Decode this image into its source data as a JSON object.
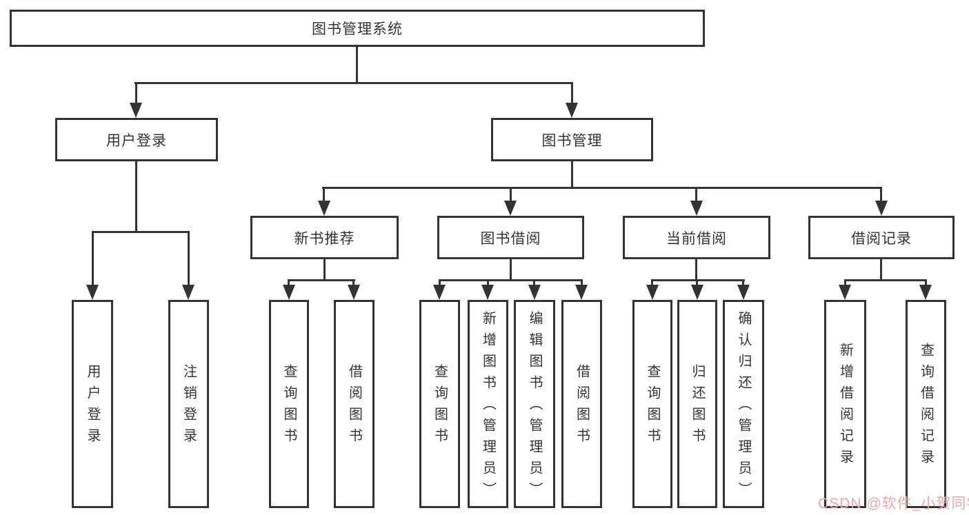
{
  "nodes": {
    "root": "图书管理系统",
    "user_login": "用户登录",
    "book_management": "图书管理",
    "new_book_recommend": "新书推荐",
    "book_borrow": "图书借阅",
    "current_borrow": "当前借阅",
    "borrow_records": "借阅记录"
  },
  "leaves": {
    "user_login": [
      "用户登录",
      "注销登录"
    ],
    "new_book_recommend": [
      "查询图书",
      "借阅图书"
    ],
    "book_borrow": [
      "查询图书",
      "新增图书（管理员）",
      "编辑图书（管理员）",
      "借阅图书"
    ],
    "current_borrow": [
      "查询图书",
      "归还图书",
      "确认归还（管理员）"
    ],
    "borrow_records": [
      "新增借阅记录",
      "查询借阅记录"
    ]
  },
  "watermark": "CSDN @软件_小贺同学",
  "colors": {
    "line": "#333333",
    "box_border": "#333333",
    "text": "#333333",
    "watermark": "#e8a8a8",
    "background": "#ffffff"
  }
}
